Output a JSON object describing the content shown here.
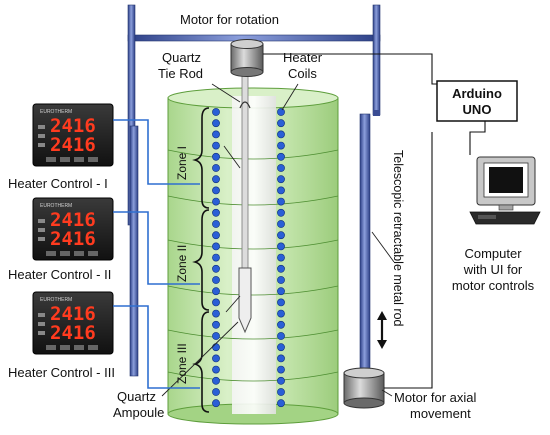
{
  "labels": {
    "motor_rotation": "Motor for rotation",
    "quartz_tie_rod_line1": "Quartz",
    "quartz_tie_rod_line2": "Tie Rod",
    "heater_coils_line1": "Heater",
    "heater_coils_line2": "Coils",
    "arduino_line1": "Arduino",
    "arduino_line2": "UNO",
    "telescopic_rod": "Telescopic retractable metal rod",
    "computer_line1": "Computer",
    "computer_line2": "with UI for",
    "computer_line3": "motor controls",
    "motor_axial_line1": "Motor for axial",
    "motor_axial_line2": "movement",
    "quartz_ampoule_line1": "Quartz",
    "quartz_ampoule_line2": "Ampoule"
  },
  "zones": [
    "Zone I",
    "Zone II",
    "Zone III"
  ],
  "heater_controls": [
    {
      "label": "Heater Control - I",
      "display_top": "2416",
      "display_bottom": "2416",
      "brand": "EUROTHERM"
    },
    {
      "label": "Heater Control - II",
      "display_top": "2416",
      "display_bottom": "2416",
      "brand": "EUROTHERM"
    },
    {
      "label": "Heater Control - III",
      "display_top": "2416",
      "display_bottom": "2416",
      "brand": "EUROTHERM"
    }
  ],
  "colors": {
    "furnace_fill": "#c9e8b4",
    "furnace_edge": "#5e9e3c",
    "coil_dot": "#2a5fd6",
    "wire": "#2f6fd0",
    "rod": "#5b6fae",
    "lcd_text": "#ff3b1f"
  },
  "icons": [
    "motor-icon",
    "computer-icon",
    "arrow-updown-icon"
  ]
}
